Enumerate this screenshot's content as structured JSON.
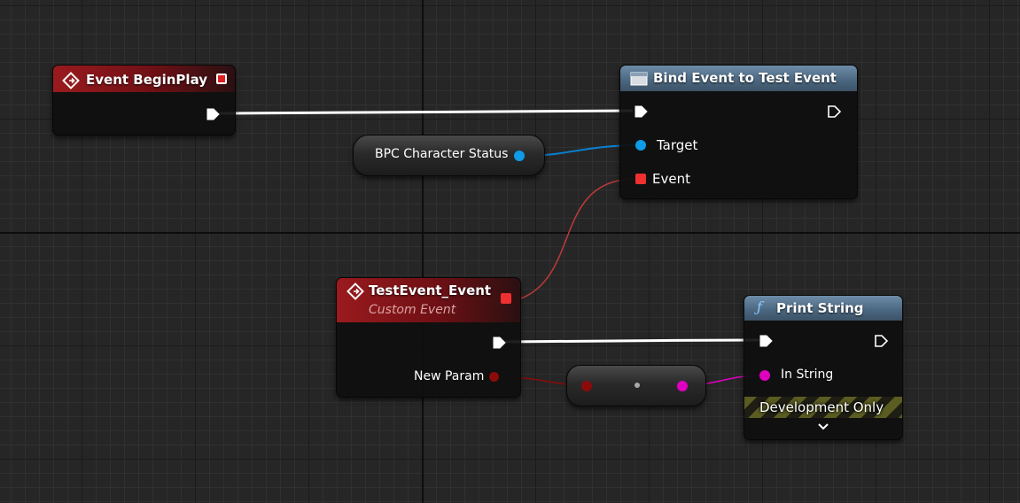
{
  "nodes": {
    "begin_play": {
      "title": "Event BeginPlay"
    },
    "bind_event": {
      "title": "Bind Event to Test Event",
      "pins": {
        "target": "Target",
        "event": "Event"
      }
    },
    "character_status": {
      "label": "BPC Character Status"
    },
    "custom_event": {
      "title": "TestEvent_Event",
      "subtitle": "Custom Event",
      "pins": {
        "new_param": "New Param"
      }
    },
    "print_string": {
      "title": "Print String",
      "pins": {
        "in_string": "In String"
      },
      "footer": "Development Only"
    }
  },
  "colors": {
    "exec_wire": "#ffffff",
    "object_wire": "#0a7fd0",
    "delegate_wire": "#c03a3a",
    "struct_wire": "#8b0b0b",
    "string_wire": "#e000c0",
    "event_header": "#9a1a1e",
    "function_header": "#5e7c97"
  },
  "icons": {
    "event": "diamond-arrow-icon",
    "bind": "window-icon",
    "function": "function-f-icon",
    "expand": "chevron-down-icon"
  }
}
